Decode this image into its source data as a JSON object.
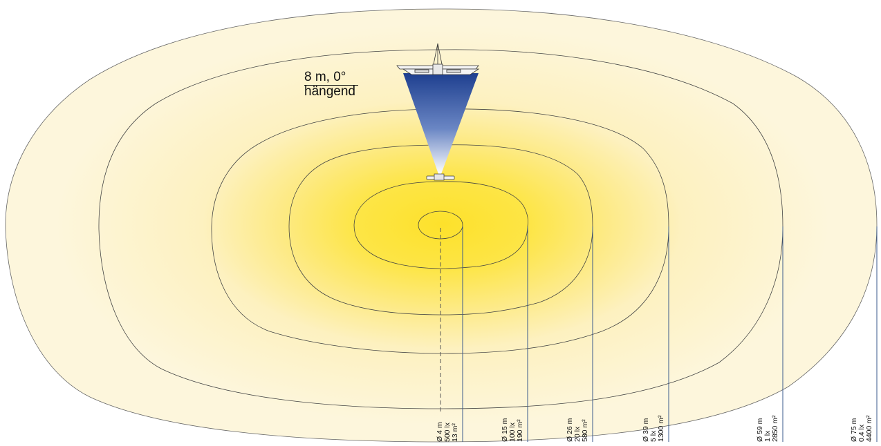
{
  "title": {
    "line1": "8 m, 0°",
    "line2": "hängend"
  },
  "colors": {
    "outer_fill": "#fdf6dc",
    "core_fill": "#fde33a",
    "contour": "#333333",
    "leader": "#3a5a8c",
    "beam_top": "#1e3f8f",
    "beam_bottom": "#ffffff"
  },
  "zones": [
    {
      "diameter": "Ø 4 m",
      "illuminance": "500 lx",
      "area": "13 m²"
    },
    {
      "diameter": "Ø 15 m",
      "illuminance": "100 lx",
      "area": "190 m²"
    },
    {
      "diameter": "Ø 26 m",
      "illuminance": "20 lx",
      "area": "580 m²"
    },
    {
      "diameter": "Ø 39 m",
      "illuminance": "5 lx",
      "area": "1300 m²"
    },
    {
      "diameter": "Ø 59 m",
      "illuminance": "1 lx",
      "area": "2850 m²"
    },
    {
      "diameter": "Ø 75 m",
      "illuminance": "0.4 lx",
      "area": "4400 m²"
    }
  ]
}
